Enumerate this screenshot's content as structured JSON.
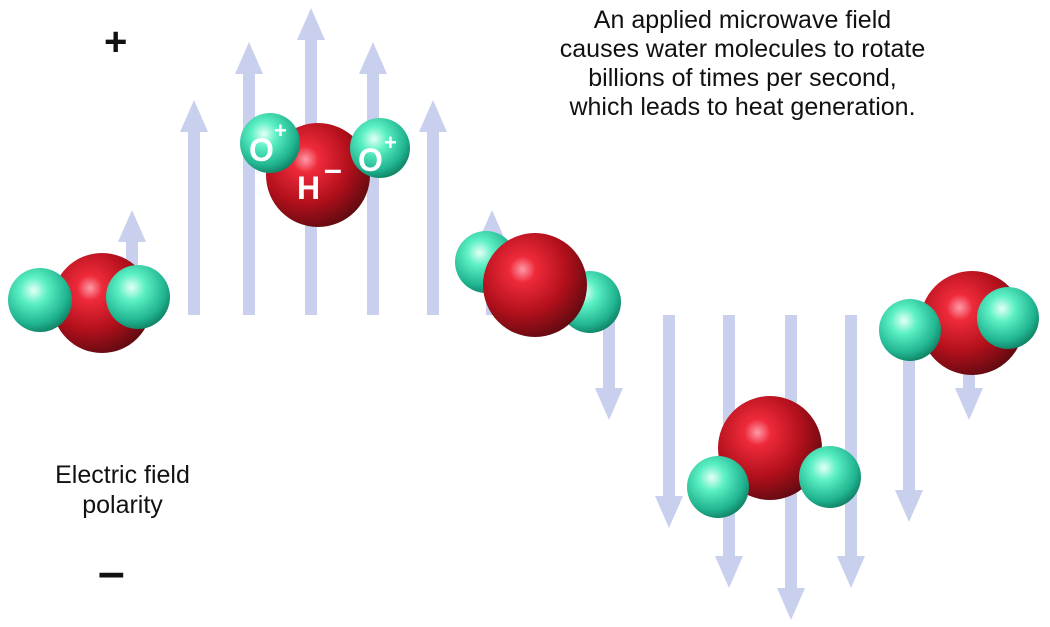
{
  "caption": {
    "lines": [
      "An applied microwave field",
      "causes water molecules to rotate",
      "billions of times per second,",
      "which leads to heat generation."
    ]
  },
  "polarity": {
    "positive": "+",
    "negative": "–",
    "label_lines": [
      "Electric field",
      "polarity"
    ]
  },
  "labels": {
    "left_o": "O",
    "left_o_sign": "+",
    "center_h": "H",
    "center_h_sign": "–",
    "right_o": "O",
    "right_o_sign": "+"
  },
  "colors": {
    "arrow": "#c8d0ee",
    "oxygen": "#c8101c",
    "hydrogen": "#3ee0b0"
  }
}
